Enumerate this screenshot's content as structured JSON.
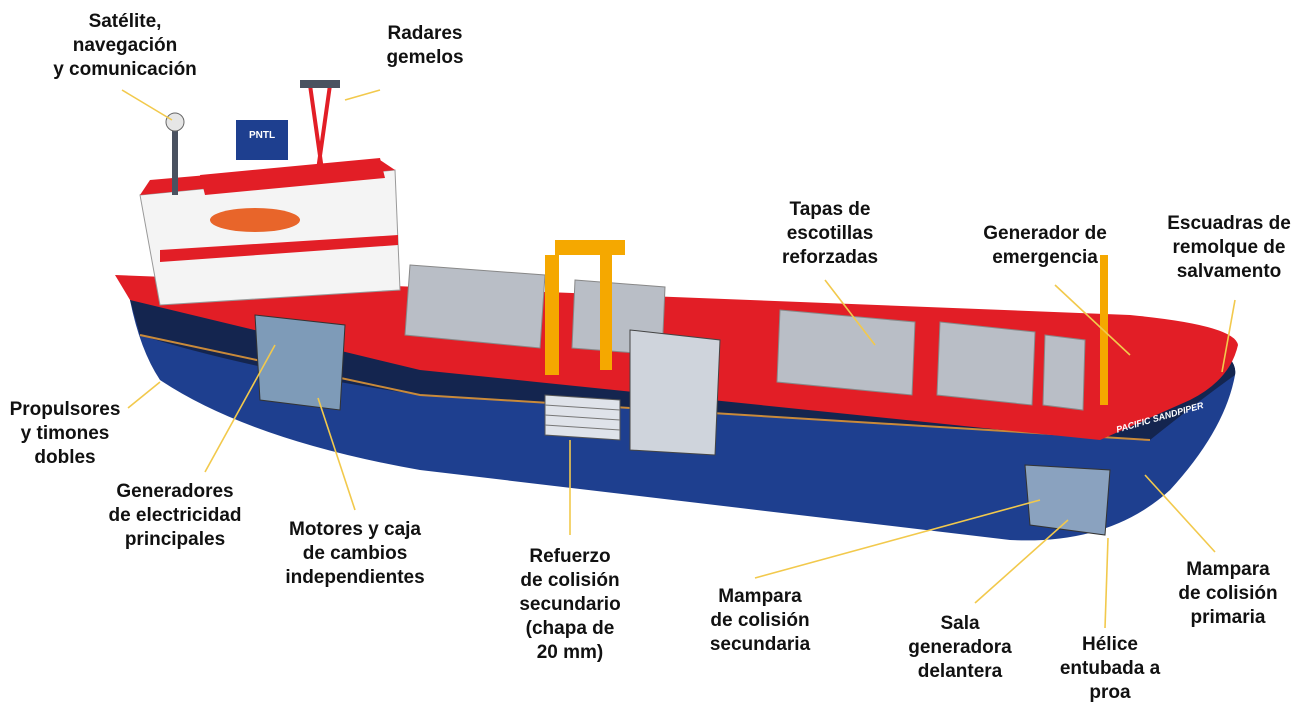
{
  "ship": {
    "funnel_text": "PNTL",
    "hull_name": "PACIFIC SANDPIPER"
  },
  "colors": {
    "hull_blue": "#1e3f8f",
    "hull_dark": "#14254f",
    "deck_red": "#e21e26",
    "superstructure_white": "#f4f4f4",
    "hatch_grey": "#b9bec6",
    "crane_yellow": "#f5a800",
    "leader_line": "#f2c94c"
  },
  "labels": {
    "satellite": [
      "Satélite,",
      "navegación",
      "y comunicación"
    ],
    "radars": [
      "Radares",
      "gemelos"
    ],
    "hatch_covers": [
      "Tapas de",
      "escotillas",
      "reforzadas"
    ],
    "emergency_generator": [
      "Generador de",
      "emergencia"
    ],
    "towing_brackets": [
      "Escuadras de",
      "remolque de",
      "salvamento"
    ],
    "thrusters": [
      "Propulsores",
      "y timones",
      "dobles"
    ],
    "main_generators": [
      "Generadores",
      "de electricidad",
      "principales"
    ],
    "engines": [
      "Motores y caja",
      "de cambios",
      "independientes"
    ],
    "secondary_reinforcement": [
      "Refuerzo",
      "de colisión",
      "secundario",
      "(chapa de",
      "20 mm)"
    ],
    "secondary_bulkhead": [
      "Mampara",
      "de colisión",
      "secundaria"
    ],
    "forward_generator_room": [
      "Sala",
      "generadora",
      "delantera"
    ],
    "bow_thruster": [
      "Hélice",
      "entubada a",
      "proa"
    ],
    "primary_bulkhead": [
      "Mampara",
      "de colisión",
      "primaria"
    ]
  }
}
